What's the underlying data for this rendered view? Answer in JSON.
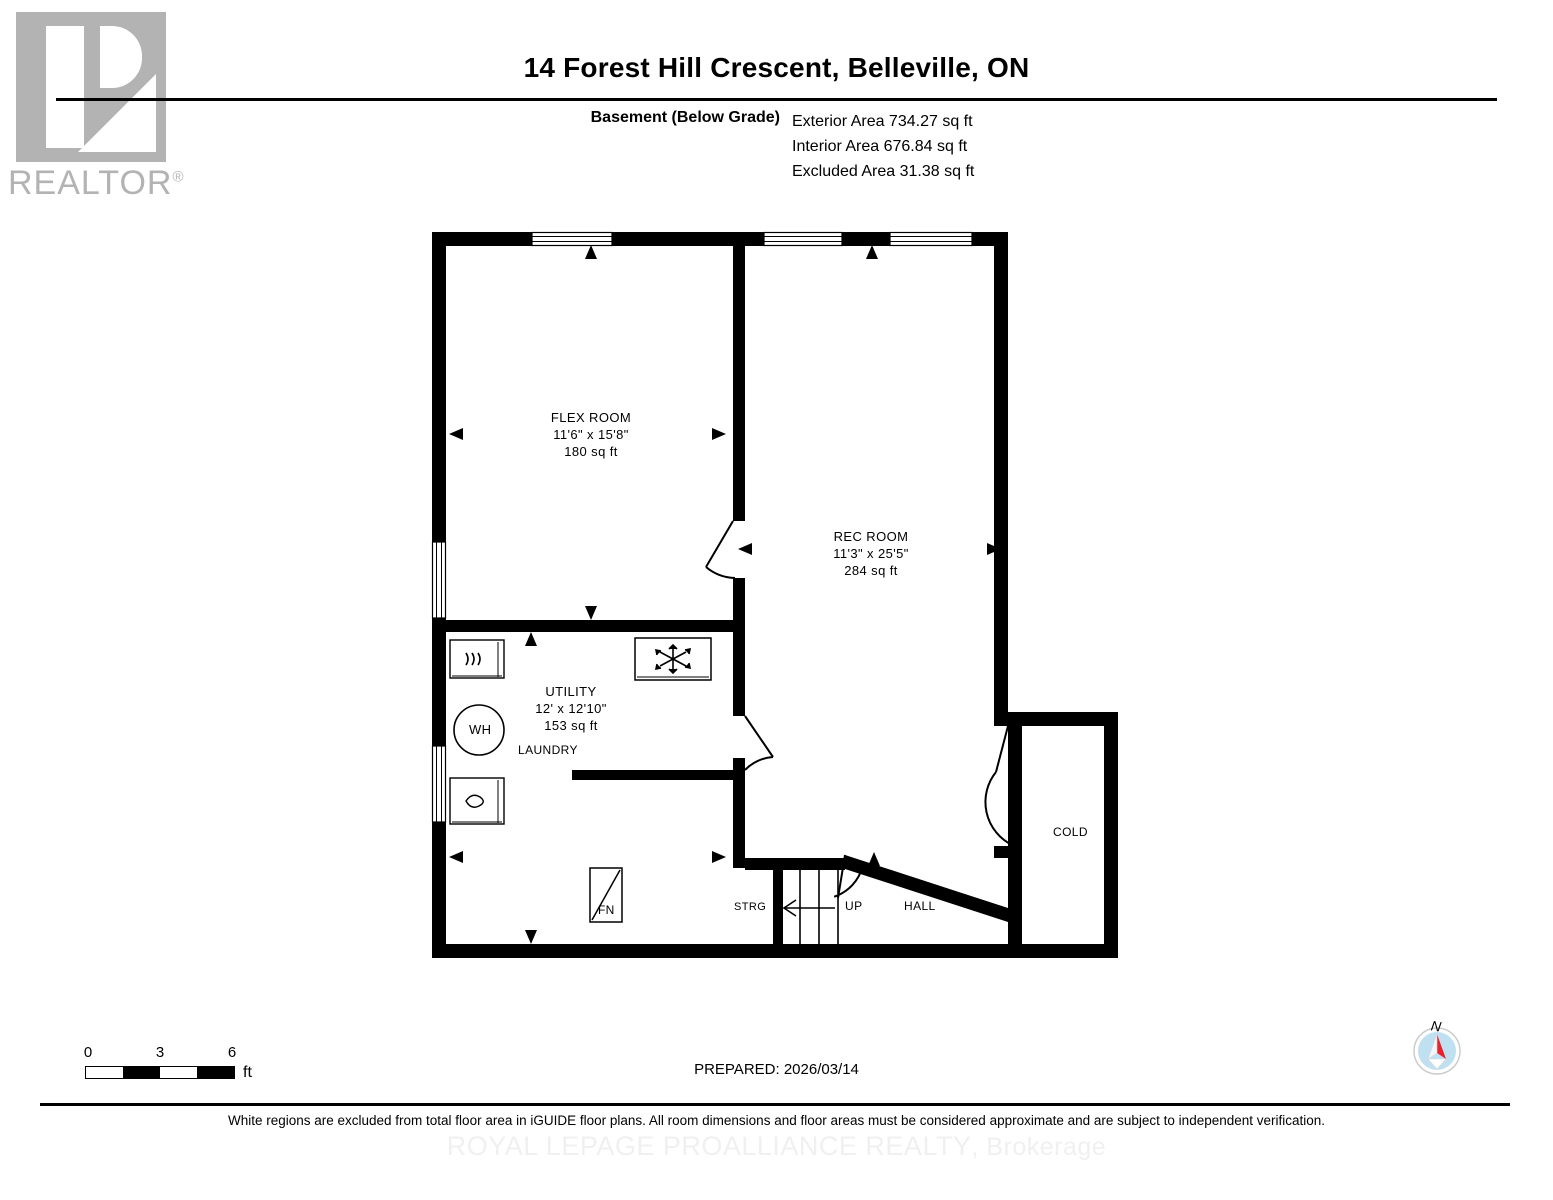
{
  "logo": {
    "word": "REALTOR",
    "registered": "®"
  },
  "header": {
    "title": "14 Forest Hill Crescent, Belleville, ON",
    "level_label": "Basement (Below Grade)",
    "areas": [
      "Exterior Area 734.27 sq ft",
      "Interior Area 676.84 sq ft",
      "Excluded Area 31.38 sq ft"
    ]
  },
  "floorplan": {
    "rooms": [
      {
        "id": "flex-room",
        "name": "FLEX ROOM",
        "dimensions": "11'6\" x 15'8\"",
        "area": "180 sq ft"
      },
      {
        "id": "rec-room",
        "name": "REC ROOM",
        "dimensions": "11'3\" x 25'5\"",
        "area": "284 sq ft"
      },
      {
        "id": "utility",
        "name": "UTILITY",
        "dimensions": "12' x 12'10\"",
        "area": "153 sq ft"
      }
    ],
    "annotations": [
      {
        "id": "laundry",
        "label": "LAUNDRY"
      },
      {
        "id": "cold",
        "label": "COLD"
      },
      {
        "id": "hall",
        "label": "HALL"
      },
      {
        "id": "up",
        "label": "UP"
      },
      {
        "id": "strg",
        "label": "STRG"
      }
    ],
    "fixtures": [
      {
        "id": "water-heater",
        "label": "WH",
        "icon": "circle-wh"
      },
      {
        "id": "furnace",
        "label": "FN",
        "icon": "furnace-diagonal"
      },
      {
        "id": "dryer",
        "label": "",
        "icon": "dryer-waves-icon"
      },
      {
        "id": "washer",
        "label": "",
        "icon": "washer-droplet-icon"
      },
      {
        "id": "ac-unit",
        "label": "",
        "icon": "snowflake-icon"
      }
    ],
    "colors": {
      "wall": "#000000",
      "floor": "#ffffff",
      "window": "#ffffff"
    }
  },
  "scale": {
    "ticks": [
      "0",
      "3",
      "6"
    ],
    "unit": "ft"
  },
  "prepared": "PREPARED: 2026/03/14",
  "compass": {
    "north_label": "N",
    "needle_color": "#e8222a",
    "dial_color": "#bfe0f0"
  },
  "footer": {
    "disclaimer": "White regions are excluded from total floor area in iGUIDE floor plans. All room dimensions and floor areas must be considered approximate and are subject to independent verification.",
    "watermark_main": "ROYAL LEPAGE PROALLIANCE REALTY",
    "watermark_sub": ", Brokerage"
  }
}
